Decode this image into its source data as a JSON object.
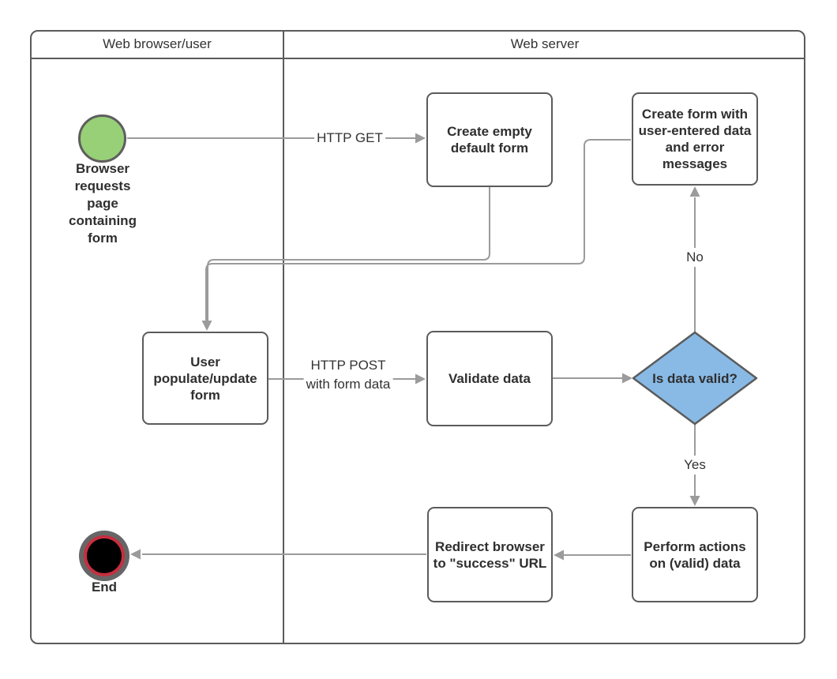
{
  "lanes": {
    "browser": {
      "label": "Web browser/user"
    },
    "server": {
      "label": "Web server"
    }
  },
  "nodes": {
    "start": {
      "label_lines": [
        "Browser",
        "requests",
        "page",
        "containing",
        "form"
      ]
    },
    "create_empty_form": {
      "label_lines": [
        "Create empty",
        "default form"
      ]
    },
    "create_form_errors": {
      "label_lines": [
        "Create form with",
        "user-entered data",
        "and error",
        "messages"
      ]
    },
    "user_populate_form": {
      "label_lines": [
        "User",
        "populate/update",
        "form"
      ]
    },
    "validate_data": {
      "label_lines": [
        "Validate data"
      ]
    },
    "is_data_valid": {
      "label": "Is data valid?"
    },
    "perform_actions": {
      "label_lines": [
        "Perform actions",
        "on (valid) data"
      ]
    },
    "redirect_browser": {
      "label_lines": [
        "Redirect browser",
        "to \"success\" URL"
      ]
    },
    "end": {
      "label": "End"
    }
  },
  "edges": {
    "http_get": {
      "label": "HTTP GET"
    },
    "http_post": {
      "label_lines": [
        "HTTP POST",
        "with form data"
      ]
    },
    "no": {
      "label": "No"
    },
    "yes": {
      "label": "Yes"
    }
  },
  "colors": {
    "start_fill": "#97D077",
    "decision_fill": "#89BAE6",
    "end_ring_red": "#C52F3F",
    "end_ring_gray": "#666666",
    "end_core": "#000000",
    "connector": "#9B9B9B",
    "shape_border": "#5B5B5B",
    "text": "#2F2F2F"
  }
}
